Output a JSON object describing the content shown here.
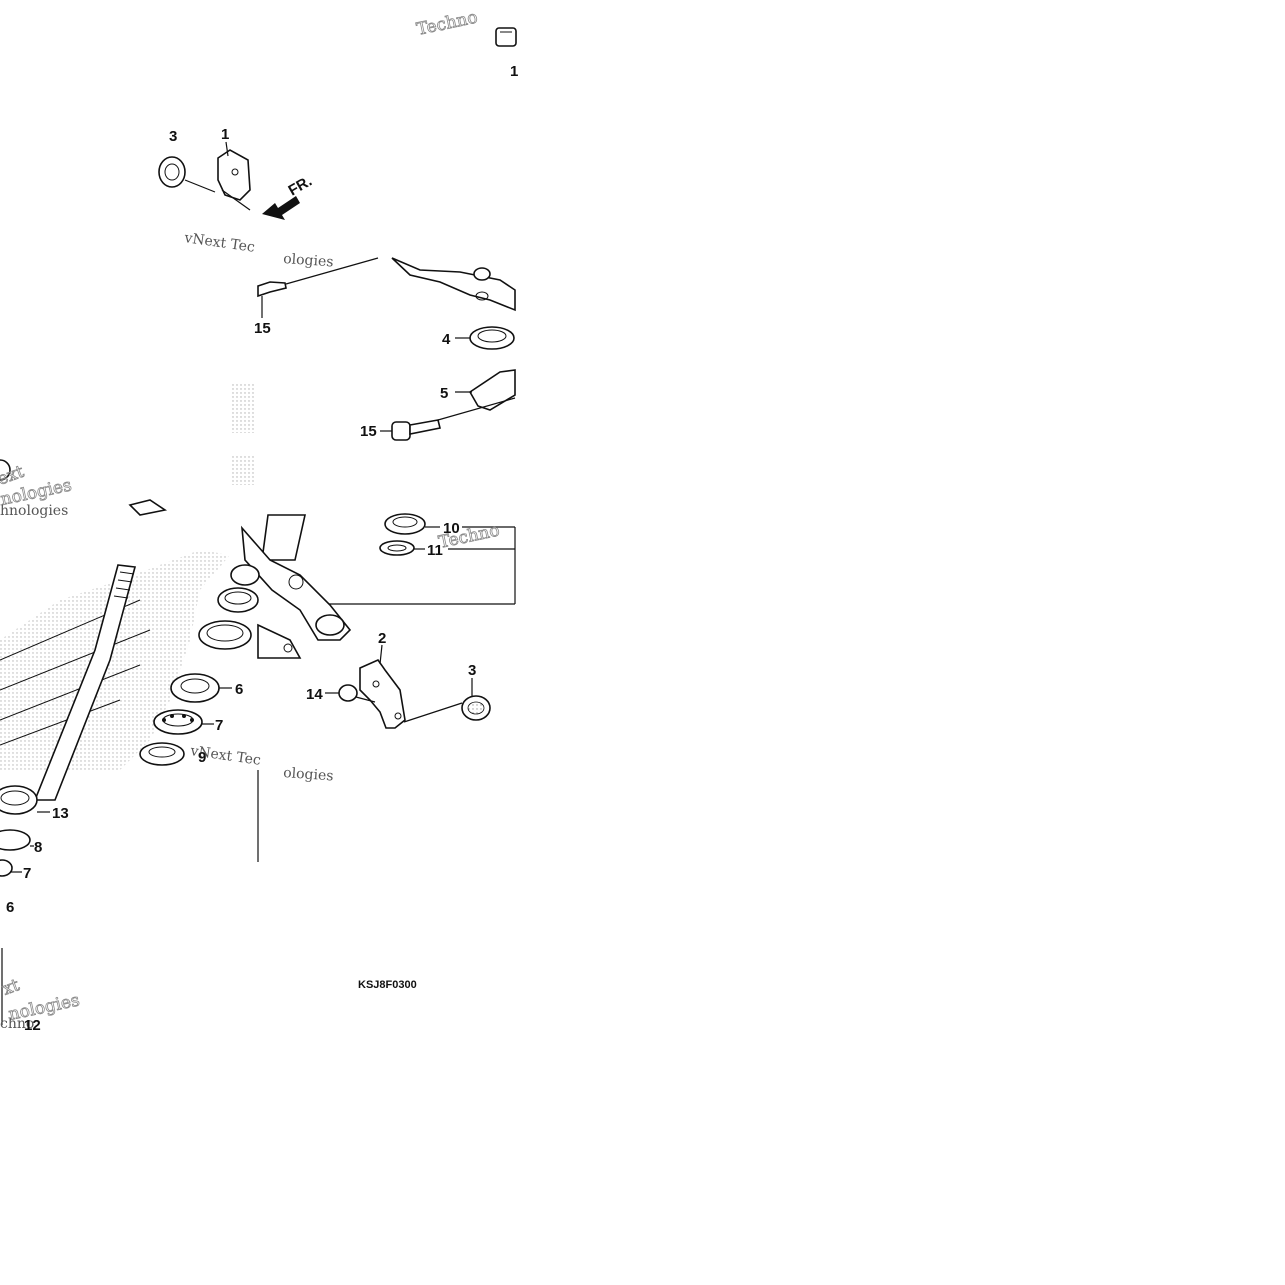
{
  "diagram": {
    "code": "KSJ8F0300",
    "direction_label": "FR.",
    "callouts": [
      {
        "id": "c-1-top",
        "text": "1"
      },
      {
        "id": "c-1",
        "text": "1"
      },
      {
        "id": "c-3",
        "text": "3"
      },
      {
        "id": "c-15a",
        "text": "15"
      },
      {
        "id": "c-4",
        "text": "4"
      },
      {
        "id": "c-5",
        "text": "5"
      },
      {
        "id": "c-15b",
        "text": "15"
      },
      {
        "id": "c-10",
        "text": "10"
      },
      {
        "id": "c-11",
        "text": "11"
      },
      {
        "id": "c-2",
        "text": "2"
      },
      {
        "id": "c-3b",
        "text": "3"
      },
      {
        "id": "c-14",
        "text": "14"
      },
      {
        "id": "c-6a",
        "text": "6"
      },
      {
        "id": "c-7a",
        "text": "7"
      },
      {
        "id": "c-9",
        "text": "9"
      },
      {
        "id": "c-13",
        "text": "13"
      },
      {
        "id": "c-8",
        "text": "8"
      },
      {
        "id": "c-7b",
        "text": "7"
      },
      {
        "id": "c-6b",
        "text": "6"
      },
      {
        "id": "c-12",
        "text": "12"
      }
    ],
    "watermarks": [
      {
        "id": "w1",
        "text": "Techno"
      },
      {
        "id": "w2",
        "text": "vNext Tec"
      },
      {
        "id": "w3",
        "text": "ologies"
      },
      {
        "id": "w4",
        "text": "ext"
      },
      {
        "id": "w5",
        "text": "nologies"
      },
      {
        "id": "w6",
        "text": "hnologies"
      },
      {
        "id": "w7",
        "text": "Techno"
      },
      {
        "id": "w8",
        "text": "vNext Tec"
      },
      {
        "id": "w9",
        "text": "ologies"
      },
      {
        "id": "w10",
        "text": "xt"
      },
      {
        "id": "w11",
        "text": "nologies"
      },
      {
        "id": "w12",
        "text": "chno"
      }
    ]
  }
}
